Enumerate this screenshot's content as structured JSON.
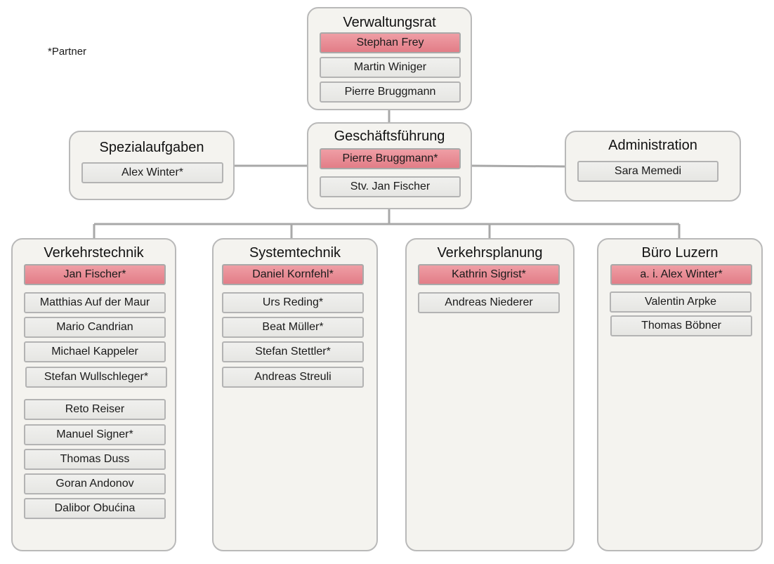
{
  "legend": "*Partner",
  "board": {
    "title": "Verwaltungsrat",
    "members": [
      "Stephan Frey",
      "Martin Winiger",
      "Pierre Bruggmann"
    ]
  },
  "management": {
    "title": "Geschäftsführung",
    "members": [
      "Pierre Bruggmann*",
      "Stv. Jan Fischer"
    ]
  },
  "special": {
    "title": "Spezialaufgaben",
    "members": [
      "Alex Winter*"
    ]
  },
  "admin": {
    "title": "Administration",
    "members": [
      "Sara Memedi"
    ]
  },
  "departments": [
    {
      "title": "Verkehrstechnik",
      "members": [
        "Jan Fischer*",
        "Matthias Auf der Maur",
        "Mario Candrian",
        "Michael Kappeler",
        "Stefan Wullschleger*",
        "Reto Reiser",
        "Manuel Signer*",
        "Thomas Duss",
        "Goran Andonov",
        "Dalibor Obućina"
      ]
    },
    {
      "title": "Systemtechnik",
      "members": [
        "Daniel Kornfehl*",
        "Urs Reding*",
        "Beat Müller*",
        "Stefan Stettler*",
        "Andreas Streuli"
      ]
    },
    {
      "title": "Verkehrsplanung",
      "members": [
        "Kathrin Sigrist*",
        "Andreas Niederer"
      ]
    },
    {
      "title": "Büro Luzern",
      "members": [
        "a. i. Alex Winter*",
        "Valentin Arpke",
        "Thomas Böbner"
      ]
    }
  ],
  "colors": {
    "lead_chip": "#e48892",
    "member_chip": "#ebebe9",
    "panel_bg": "#f4f3ef",
    "connector": "#a8a8a8"
  }
}
